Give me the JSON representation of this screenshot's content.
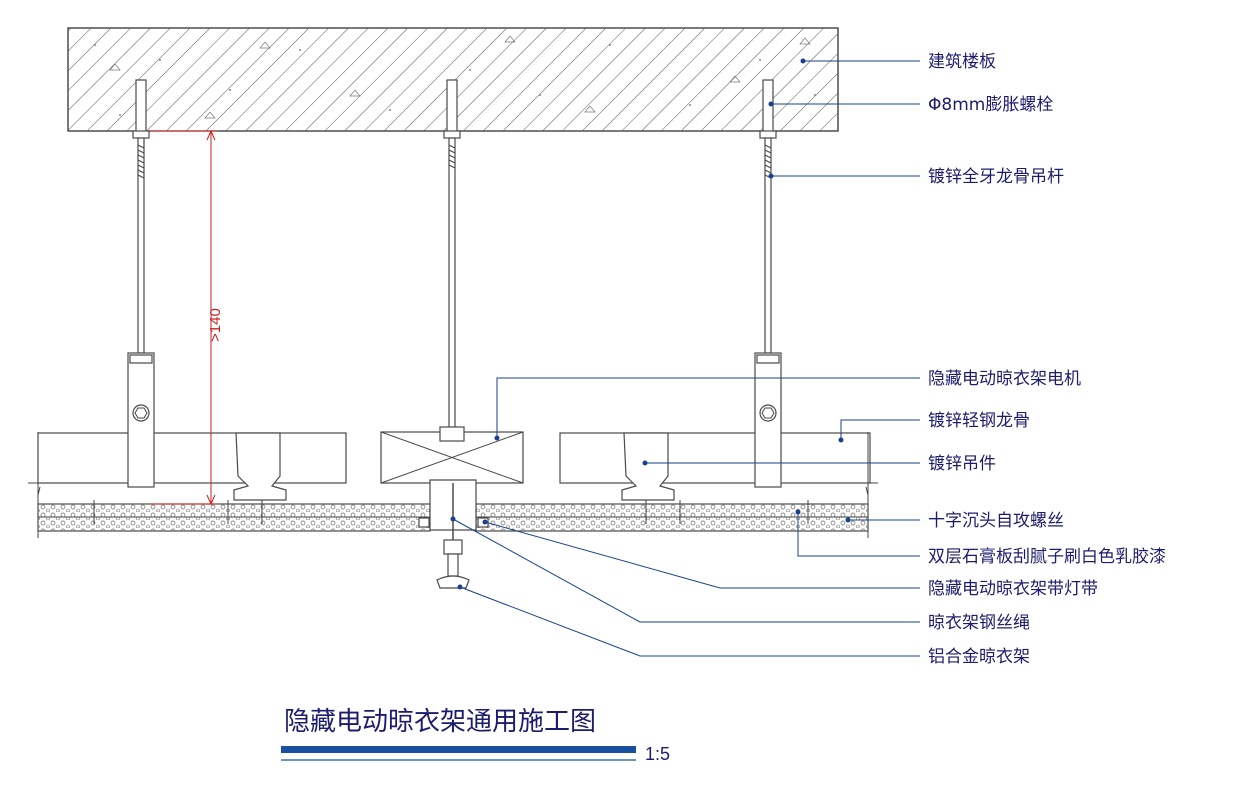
{
  "labels": {
    "floor_slab": "建筑楼板",
    "expansion_bolt": "Φ8mm膨胀螺栓",
    "hanger_rod": "镀锌全牙龙骨吊杆",
    "motor": "隐藏电动晾衣架电机",
    "steel_keel": "镀锌轻钢龙骨",
    "hanger_fitting": "镀锌吊件",
    "screw": "十字沉头自攻螺丝",
    "gypsum_board": "双层石膏板刮腻子刷白色乳胶漆",
    "light_strip": "隐藏电动晾衣架带灯带",
    "wire_rope": "晾衣架钢丝绳",
    "rack": "铝合金晾衣架"
  },
  "dimension": ">140",
  "title": "隐藏电动晾衣架通用施工图",
  "scale": "1:5",
  "colors": {
    "leader": "#1a3f8f",
    "text": "#1c1c6e",
    "dimension": "#cc1f1f",
    "title_bar": "#1a4fa0",
    "object": "#4a4a4a"
  }
}
